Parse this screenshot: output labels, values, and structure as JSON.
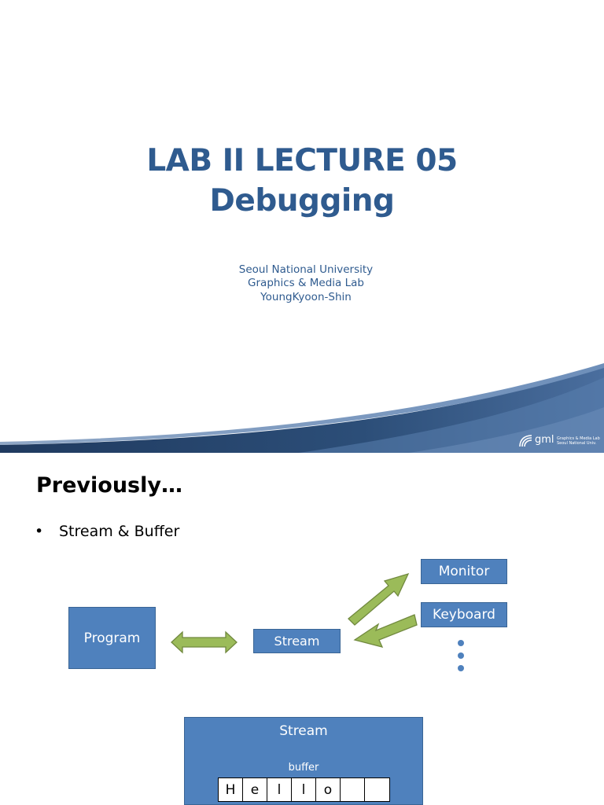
{
  "slide1": {
    "title_line1": "LAB II LECTURE 05",
    "title_line2": "Debugging",
    "subtitle_line1": "Seoul National University",
    "subtitle_line2": "Graphics & Media Lab",
    "subtitle_line3": "YoungKyoon-Shin",
    "logo": {
      "text": "gml",
      "small_line1": "Graphics & Media Lab",
      "small_line2": "Seoul National Univ."
    }
  },
  "slide2": {
    "title": "Previously…",
    "bullet_marker": "•",
    "bullet_text": "Stream & Buffer",
    "diagram": {
      "program_label": "Program",
      "stream_label": "Stream",
      "monitor_label": "Monitor",
      "keyboard_label": "Keyboard",
      "buffer_box_title": "Stream",
      "buffer_label": "buffer",
      "buffer_cells": [
        "H",
        "e",
        "l",
        "l",
        "o",
        "",
        ""
      ]
    }
  },
  "colors": {
    "title_blue": "#2f5b8f",
    "box_fill": "#4f81bd",
    "arrow_fill": "#9bbb59",
    "swoosh_dark": "#2c4e78",
    "swoosh_light": "#5a7fae"
  }
}
